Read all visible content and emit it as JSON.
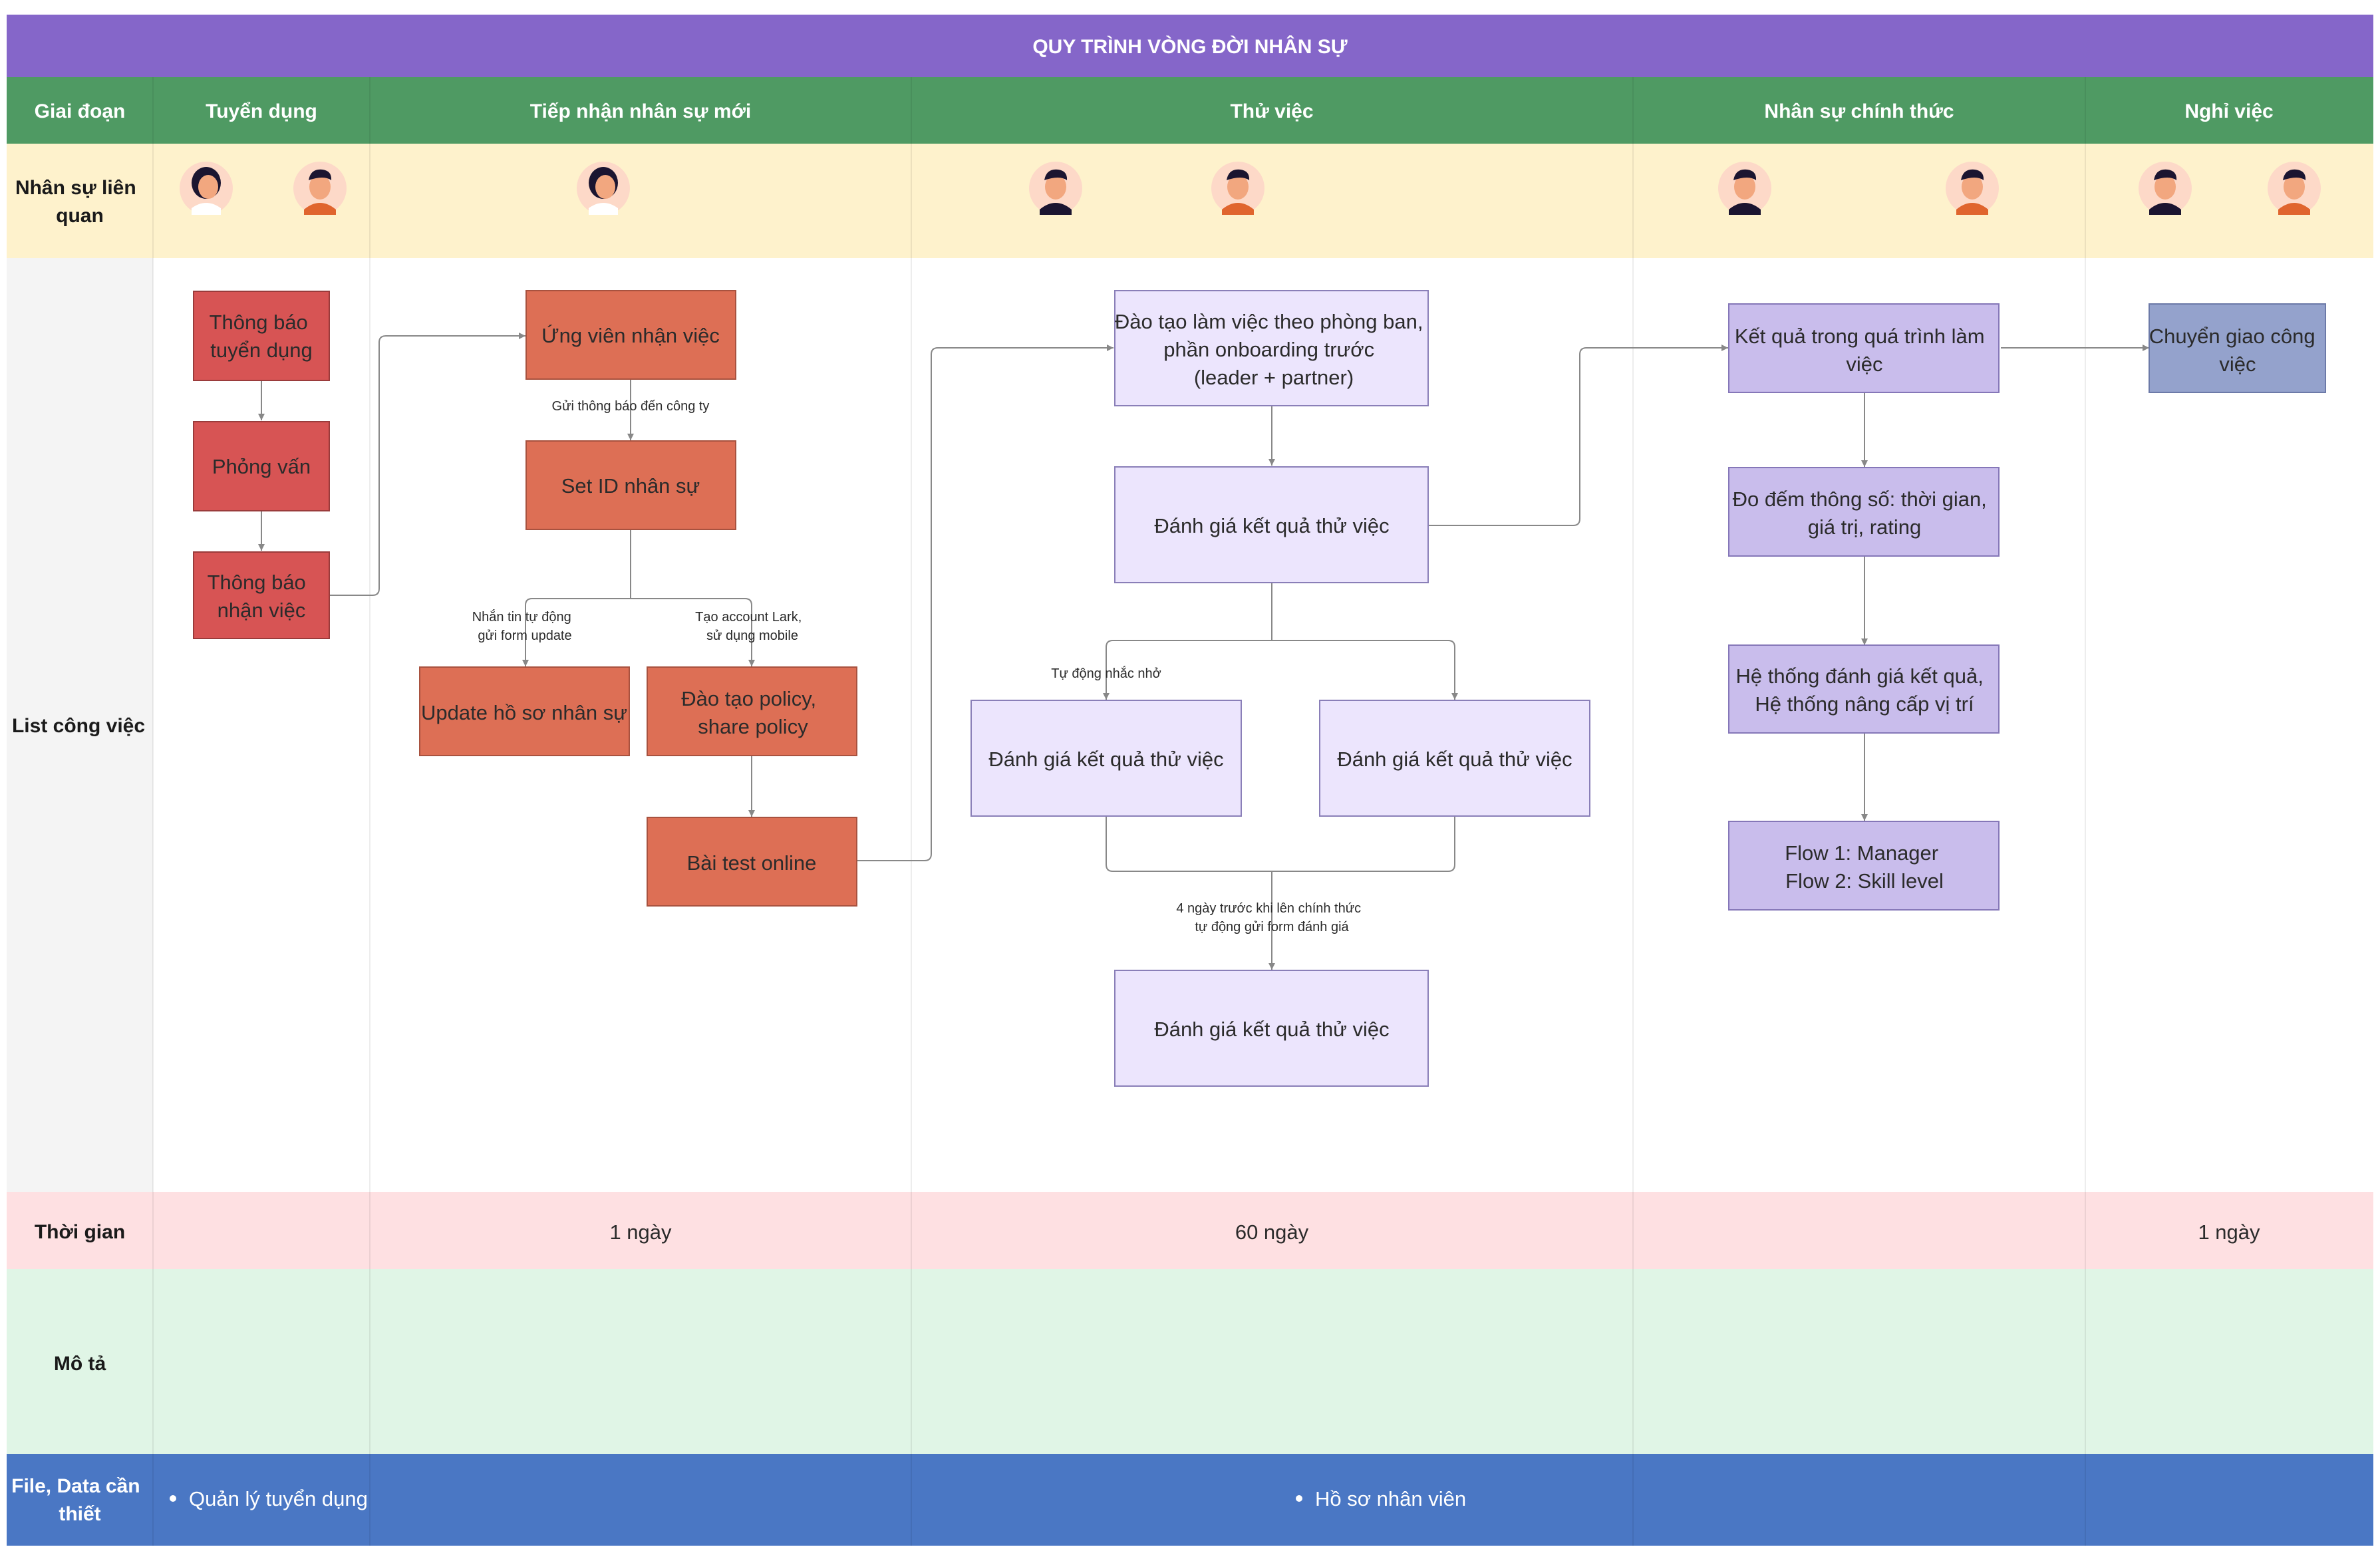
{
  "title": "QUY TRÌNH VÒNG ĐỜI NHÂN SỰ",
  "colors": {
    "title_bar": "#8566C9",
    "header_row": "#4F9A63",
    "people_row": "#FEF2CC",
    "tasks_label_col": "#F4F4F4",
    "time_row": "#FEE0E2",
    "desc_row": "#E0F5E6",
    "files_row": "#4A77C4",
    "box_red": "#D75454",
    "box_orange": "#DD6F55",
    "box_lavender": "#ECE5FD",
    "box_purple": "#C9BDEC",
    "box_slate": "#94A2CC",
    "connector": "#888888"
  },
  "header": {
    "stage_label": "Giai đoạn",
    "stages": [
      "Tuyển dụng",
      "Tiếp nhận nhân sự mới",
      "Thử việc",
      "Nhân sự chính thức",
      "Nghỉ việc"
    ]
  },
  "rows": {
    "people": [
      "Nhân sự liên",
      "quan"
    ],
    "tasks": "List công việc",
    "time": "Thời gian",
    "desc": "Mô tả",
    "files": [
      "File, Data cần",
      "thiết"
    ]
  },
  "avatars": [
    "female-avatar-icon",
    "male-avatar-icon",
    "female-avatar-icon",
    "male-dark-avatar-icon",
    "male-avatar-icon",
    "male-dark-avatar-icon",
    "male-avatar-icon",
    "male-dark-avatar-icon",
    "male-avatar-icon"
  ],
  "boxes": {
    "thong_bao_tuyen_dung": [
      "Thông báo",
      "tuyển dụng"
    ],
    "phong_van": [
      "Phỏng vấn"
    ],
    "thong_bao_nhan_viec": [
      "Thông báo",
      "nhận việc"
    ],
    "ung_vien_nhan_viec": [
      "Ứng viên nhận việc"
    ],
    "set_id": [
      "Set ID nhân sự"
    ],
    "update_ho_so": [
      "Update hồ sơ nhân sự"
    ],
    "dao_tao_policy": [
      "Đào tạo policy,",
      "share policy"
    ],
    "bai_test": [
      "Bài test online"
    ],
    "dao_tao_phong_ban": [
      "Đào tạo làm việc theo phòng ban,",
      "phần onboarding trước",
      "(leader + partner)"
    ],
    "danh_gia_1": [
      "Đánh giá kết quả thử việc"
    ],
    "danh_gia_left": [
      "Đánh giá kết quả thử việc"
    ],
    "danh_gia_right": [
      "Đánh giá kết quả thử việc"
    ],
    "danh_gia_final": [
      "Đánh giá kết quả thử việc"
    ],
    "ket_qua": [
      "Kết quả trong quá trình làm",
      "việc"
    ],
    "do_dem": [
      "Đo đếm thông số: thời gian,",
      "giá trị, rating"
    ],
    "he_thong": [
      "Hệ thống đánh giá kết quả,",
      "Hệ thống nâng cấp vị trí"
    ],
    "flow": [
      "Flow 1: Manager",
      "Flow 2: Skill level"
    ],
    "chuyen_giao": [
      "Chuyển giao công",
      "việc"
    ]
  },
  "edge_labels": {
    "gui_thong_bao": [
      "Gửi thông báo đến công ty"
    ],
    "nhan_tin": [
      "Nhắn tin tự động",
      "gửi form update"
    ],
    "tao_account": [
      "Tạo account Lark,",
      "sử dụng mobile"
    ],
    "tu_dong_nhac": [
      "Tự động nhắc nhở"
    ],
    "bon_ngay": [
      "4 ngày trước khi lên chính thức",
      "tự động gửi form đánh giá"
    ]
  },
  "time": {
    "tiep_nhan": "1 ngày",
    "thu_viec": "60 ngày",
    "nghi_viec": "1 ngày"
  },
  "files": {
    "tuyen_dung": "Quản lý tuyển dụng",
    "nhan_vien": "Hồ sơ nhân viên"
  }
}
